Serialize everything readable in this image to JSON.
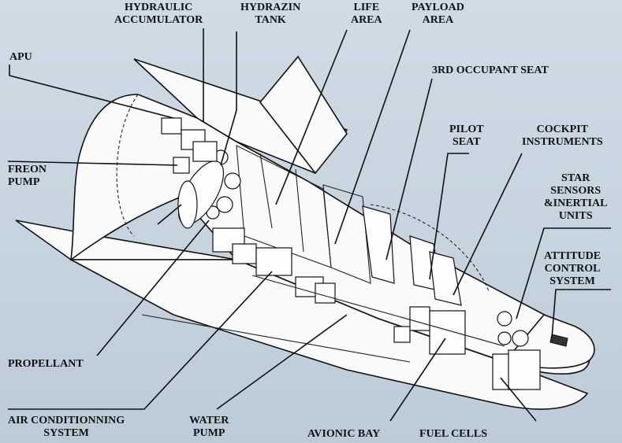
{
  "labels": {
    "apu": "APU",
    "hydraulic_accumulator": [
      "HYDRAULIC",
      "ACCUMULATOR"
    ],
    "hydrazin_tank": [
      "HYDRAZIN",
      "TANK"
    ],
    "life_area": [
      "LIFE",
      "AREA"
    ],
    "payload_area": [
      "PAYLOAD",
      "AREA"
    ],
    "third_occupant_seat": "3RD OCCUPANT SEAT",
    "pilot_seat": [
      "PILOT",
      "SEAT"
    ],
    "cockpit_instruments": [
      "COCKPIT",
      "INSTRUMENTS"
    ],
    "star_sensors": [
      "STAR",
      "SENSORS",
      "&INERTIAL",
      "UNITS"
    ],
    "attitude_control": [
      "ATTITUDE",
      "CONTROL",
      "SYSTEM"
    ],
    "freon_pump": [
      "FREON",
      "PUMP"
    ],
    "propellant": "PROPELLANT",
    "air_conditioning": [
      "AIR CONDITIONNING",
      "SYSTEM"
    ],
    "water_pump": [
      "WATER",
      "PUMP"
    ],
    "avionic_bay": "AVIONIC BAY",
    "fuel_cells": "FUEL CELLS"
  },
  "colors": {
    "background": "#c9d6e0",
    "ink": "#111111",
    "hull": "#fafafa"
  }
}
